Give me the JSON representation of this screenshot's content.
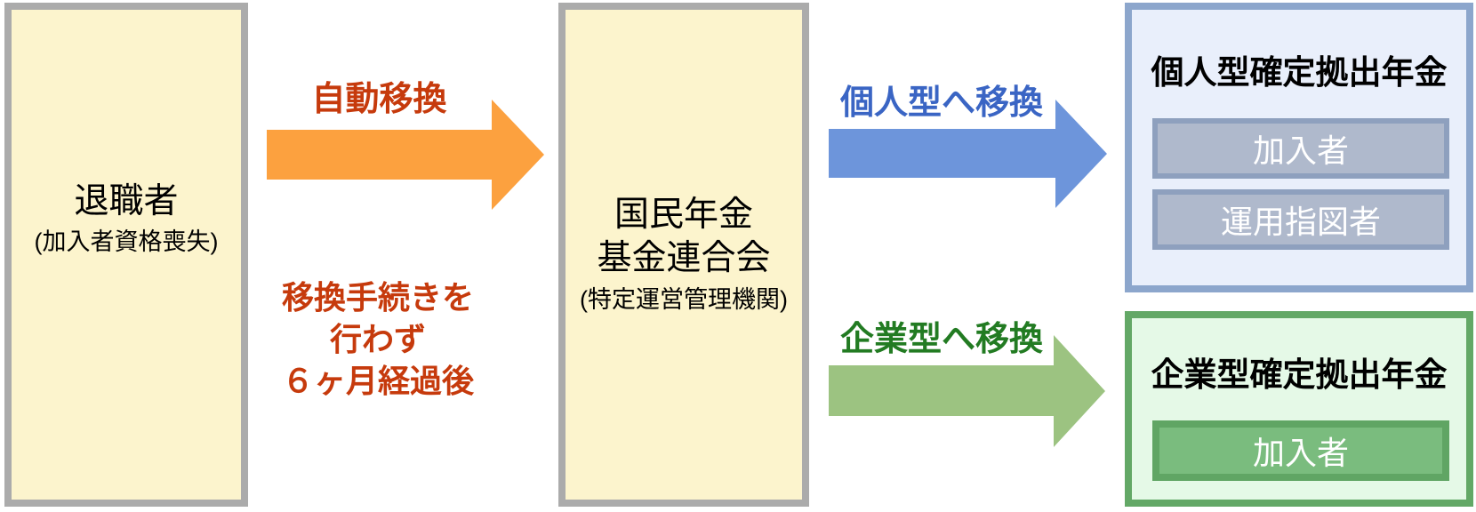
{
  "diagram": {
    "left_box": {
      "title": "退職者",
      "subtitle": "(加入者資格喪失)"
    },
    "auto_transfer": {
      "label": "自動移換",
      "note_lines": [
        "移換手続きを",
        "行わず",
        "６ヶ月経過後"
      ]
    },
    "center_box": {
      "title_line1": "国民年金",
      "title_line2": "基金連合会",
      "subtitle": "(特定運営管理機関)"
    },
    "individual_transfer": {
      "label": "個人型へ移換"
    },
    "individual_box": {
      "title": "個人型確定拠出年金",
      "items": [
        "加入者",
        "運用指図者"
      ]
    },
    "corporate_transfer": {
      "label": "企業型へ移換"
    },
    "corporate_box": {
      "title": "企業型確定拠出年金",
      "items": [
        "加入者"
      ]
    },
    "colors": {
      "cream_fill": "#FCF4CD",
      "gray_border": "#ABABAB",
      "orange": "#FCA13F",
      "red_text": "#C63A0C",
      "blue_arrow": "#6D95DB",
      "blue_text": "#3A65C4",
      "blue_box_border": "#8CA6CC",
      "blue_box_fill": "#E9EFFB",
      "blue_item_border": "#8EA0BE",
      "blue_item_fill": "#AFB9CC",
      "green_arrow": "#9CC381",
      "green_text": "#227B22",
      "green_box_border": "#63A866",
      "green_box_fill": "#E5F9E7",
      "green_item_border": "#60A564",
      "green_item_fill": "#7ABC7E"
    }
  }
}
